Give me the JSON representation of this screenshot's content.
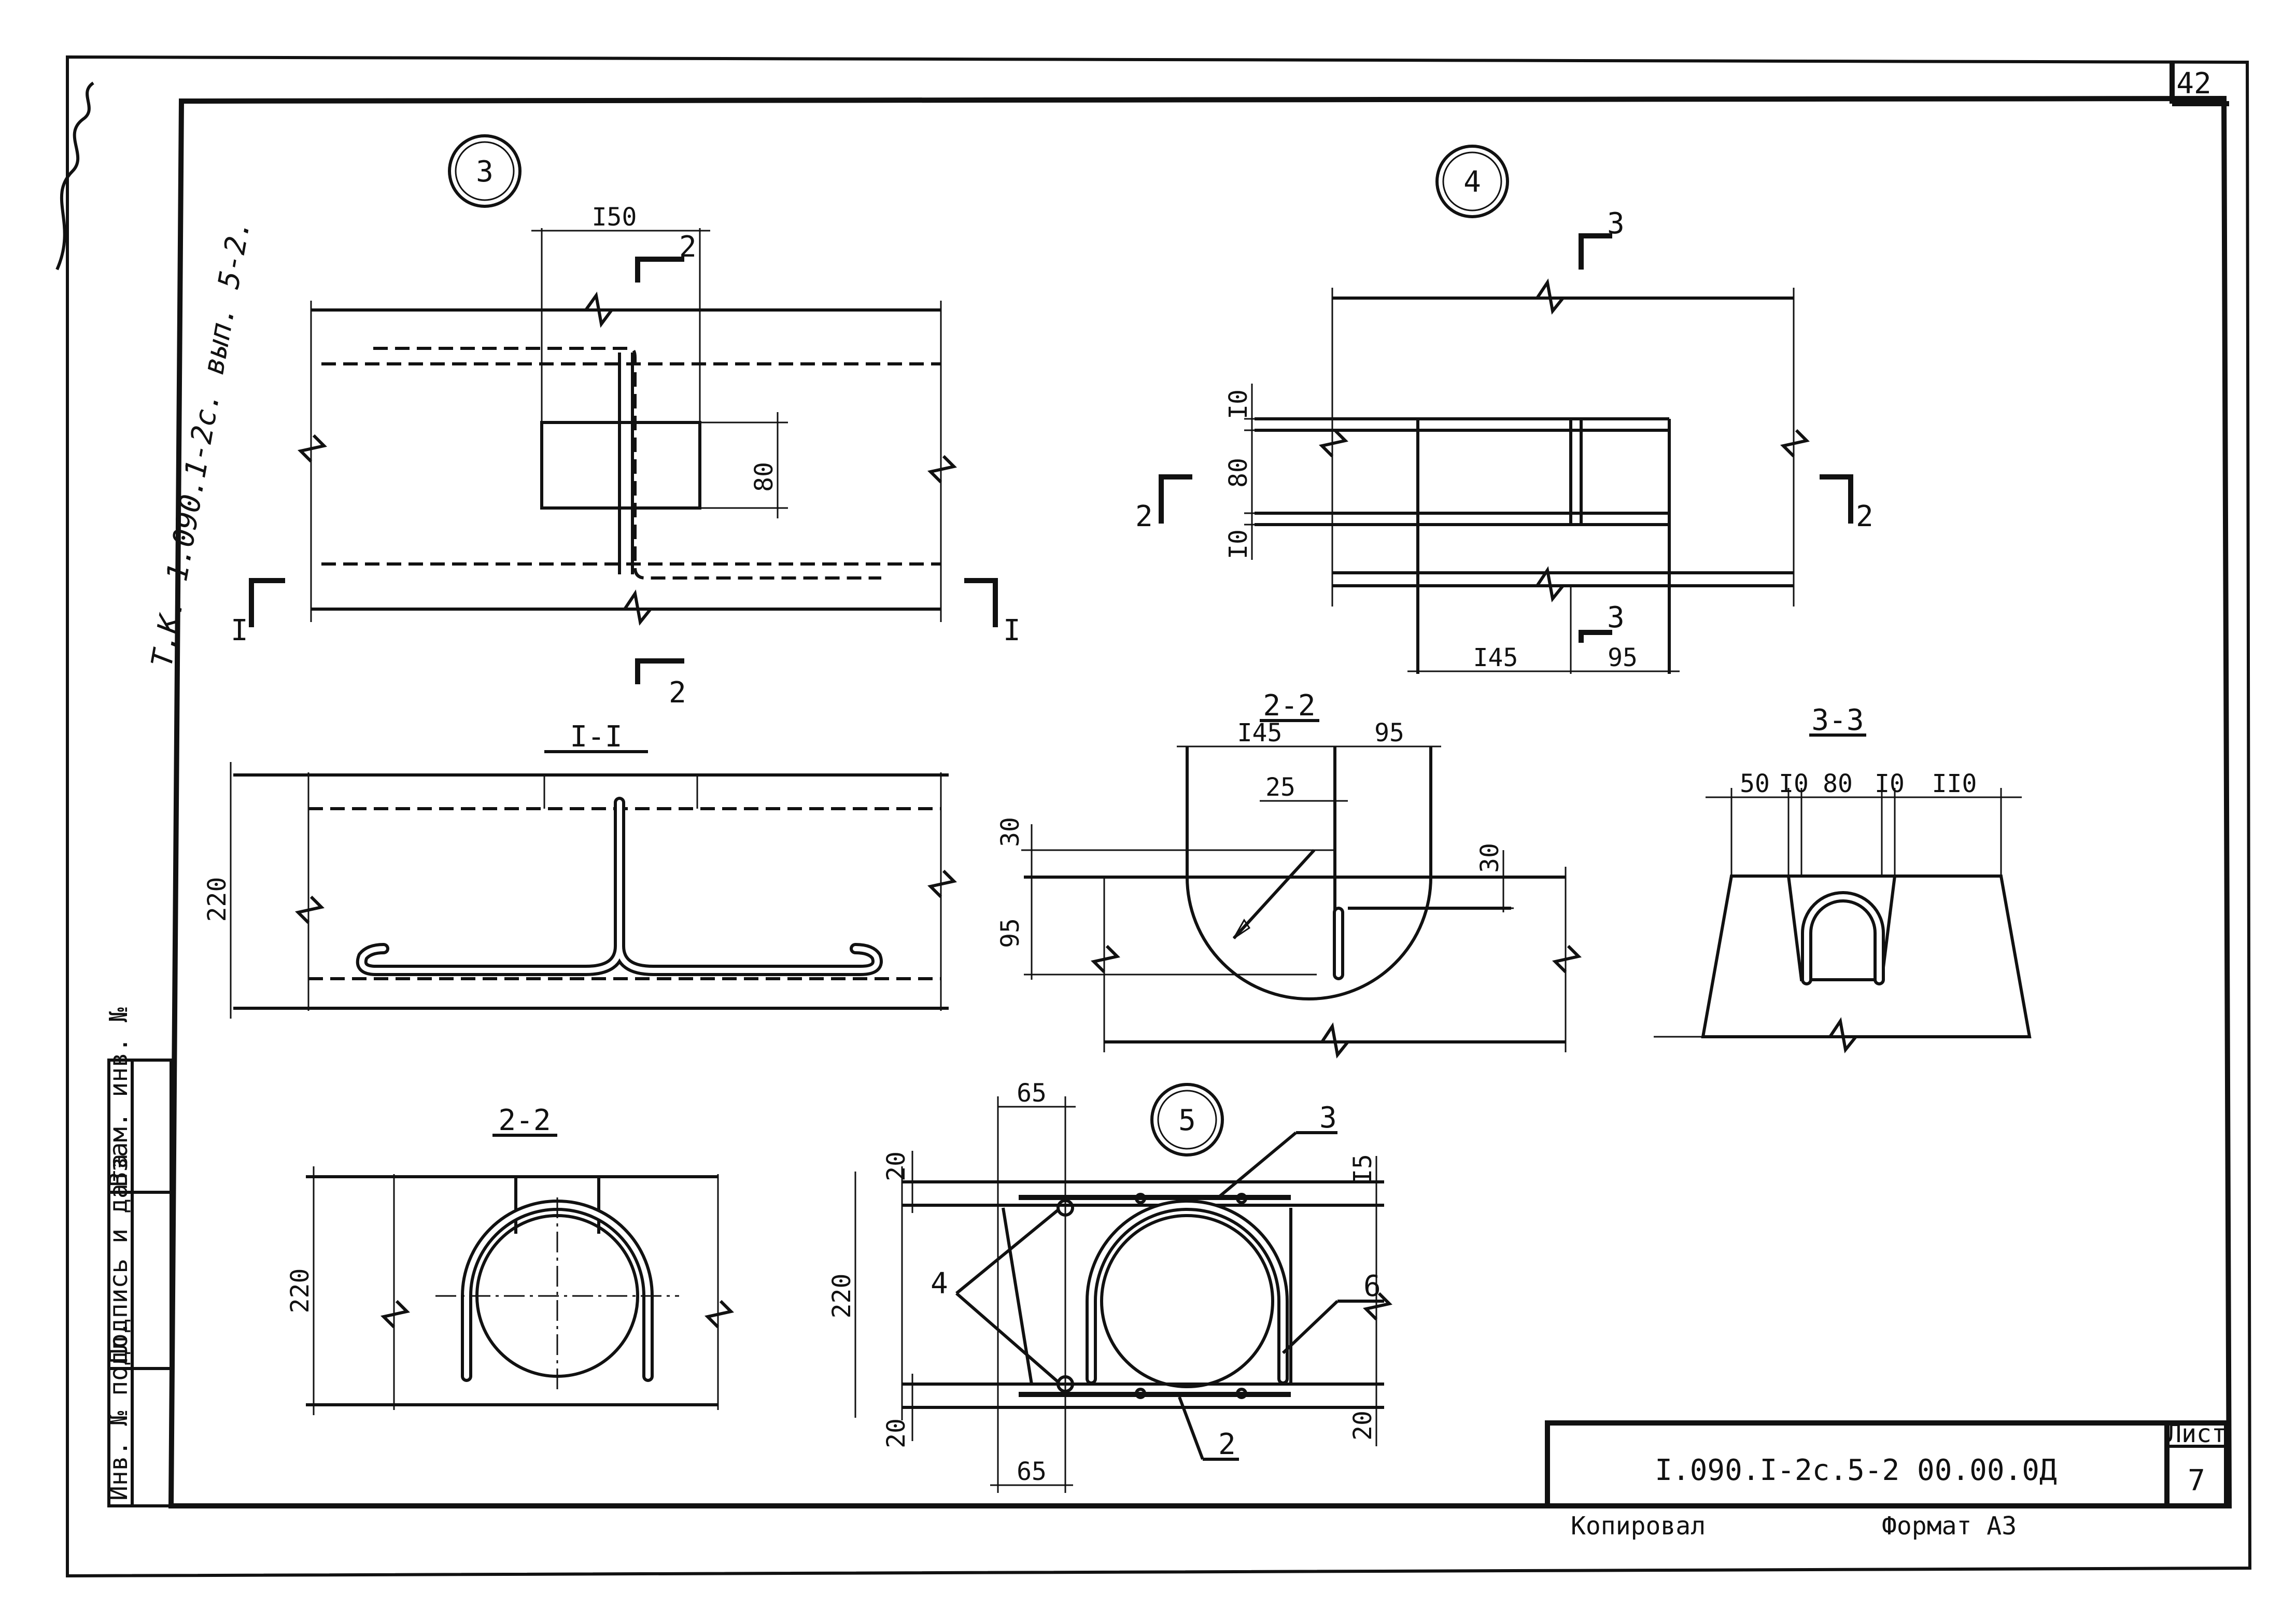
{
  "sheet": {
    "page_number": "42",
    "side_note": "Т.К. 1.090.1-2с. вып. 5-2.",
    "sheet_code": "I.090.I-2c.5-2  00.00.0Д",
    "sheet_label": "Лист",
    "sheet_number": "7",
    "copied_label": "Копировал",
    "format_label": "Формат А3",
    "stamp_fields": [
      "Инв. № подл.",
      "Подпись и дата",
      "Взам. инв. №"
    ]
  },
  "view3": {
    "marker": "3",
    "dim_width": "I50",
    "dim_height": "80",
    "sect_mark": "2",
    "sect_mark_bottom": "2",
    "sect_I_left": "I",
    "sect_I_right": "I"
  },
  "view4": {
    "marker": "4",
    "sect_top": "3",
    "sect_bottom": "3",
    "sect_left": "2",
    "sect_right": "2",
    "dim_top": "I0",
    "dim_mid": "80",
    "dim_bot": "I0",
    "dim_w1": "I45",
    "dim_w2": "95"
  },
  "sectI": {
    "title": "I-I",
    "dim_height": "220"
  },
  "sect22a": {
    "title": "2-2",
    "dim_w1": "I45",
    "dim_w2": "95",
    "dim_25": "25",
    "dim_30a": "30",
    "dim_30b": "30",
    "dim_95": "95"
  },
  "sect33": {
    "title": "3-3",
    "dims": [
      "50",
      "I0",
      "80",
      "I0",
      "II0"
    ]
  },
  "sect22b": {
    "title": "2-2",
    "dim_height": "220"
  },
  "view5": {
    "marker": "5",
    "dim_65_top": "65",
    "dim_65_bot": "65",
    "dim_20_tl": "20",
    "dim_20_bl": "20",
    "dim_20_br": "20",
    "dim_15": "I5",
    "dim_220": "220",
    "pos_2": "2",
    "pos_3": "3",
    "pos_4": "4",
    "pos_6": "6"
  }
}
